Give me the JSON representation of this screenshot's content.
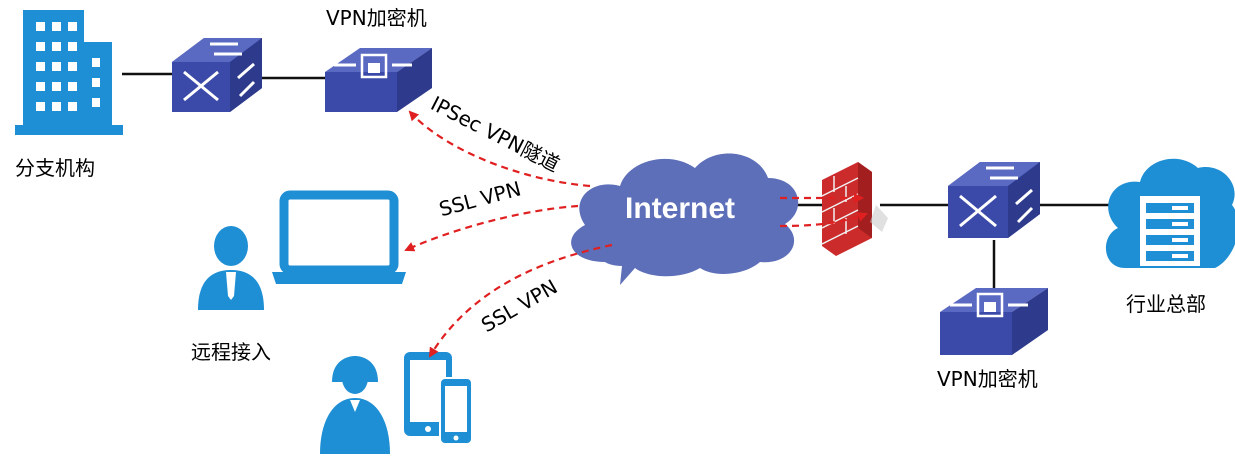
{
  "labels": {
    "branch": "分支机构",
    "vpn_top": "VPN加密机",
    "ipsec": "IPSec VPN隧道",
    "ssl_1": "SSL VPN",
    "ssl_2": "SSL VPN",
    "remote": "远程接入",
    "hq": "行业总部",
    "vpn_bottom": "VPN加密机",
    "internet": "Internet"
  },
  "colors": {
    "icon_blue": "#1e8fd4",
    "device_blue": "#3b4aa8",
    "device_top": "#5a69c2",
    "cloud": "#5d6fb8",
    "tunnel_red": "#e02020",
    "firewall_red": "#cc2b2b"
  }
}
